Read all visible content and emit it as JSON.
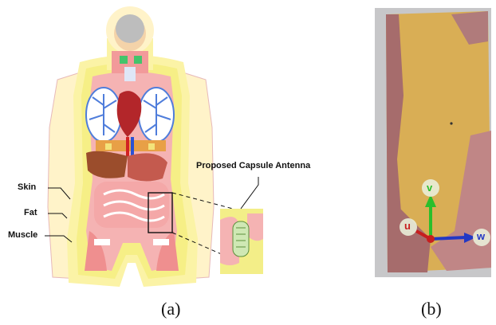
{
  "labels": {
    "skin": "Skin",
    "fat": "Fat",
    "muscle": "Muscle",
    "capsule": "Proposed Capsule Antenna"
  },
  "axes": {
    "u": "u",
    "v": "v",
    "w": "w"
  },
  "captions": {
    "a": "(a)",
    "b": "(b)"
  },
  "colors": {
    "skin": "#fde9a8",
    "fat": "#f6ef86",
    "muscle": "#ef8f8f",
    "bone": "#f3f0e0",
    "head": "#bdbdbd",
    "organ_liver": "#9b4d2c",
    "lung": "#4f7ddb",
    "heart": "#b3262a",
    "intestine": "#f3b1b1",
    "box_fat": "#d9ae55",
    "box_muscle": "#a66c6c",
    "box_bg": "#c7c7c9",
    "axis_v": "#2bbf2b",
    "axis_u": "#c71e1e",
    "axis_w": "#2338c4"
  }
}
